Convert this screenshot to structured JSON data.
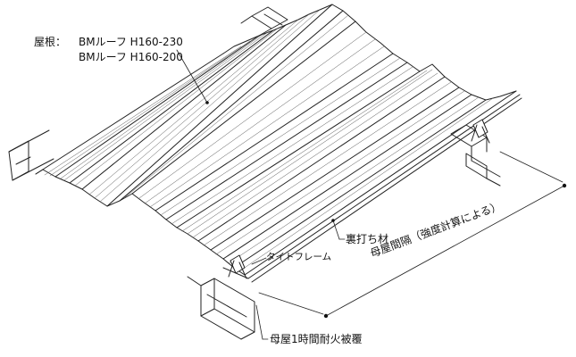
{
  "labels": {
    "roof_prefix": "屋根：",
    "roof_model_1": "BMルーフ H160-230",
    "roof_model_2": "BMルーフ H160-200",
    "backing": "裏打ち材",
    "tight_frame": "タイトフレーム",
    "purlin_spacing": "母屋間隔（強度計算による）",
    "purlin_fireproof": "母屋1時間耐火被覆"
  }
}
